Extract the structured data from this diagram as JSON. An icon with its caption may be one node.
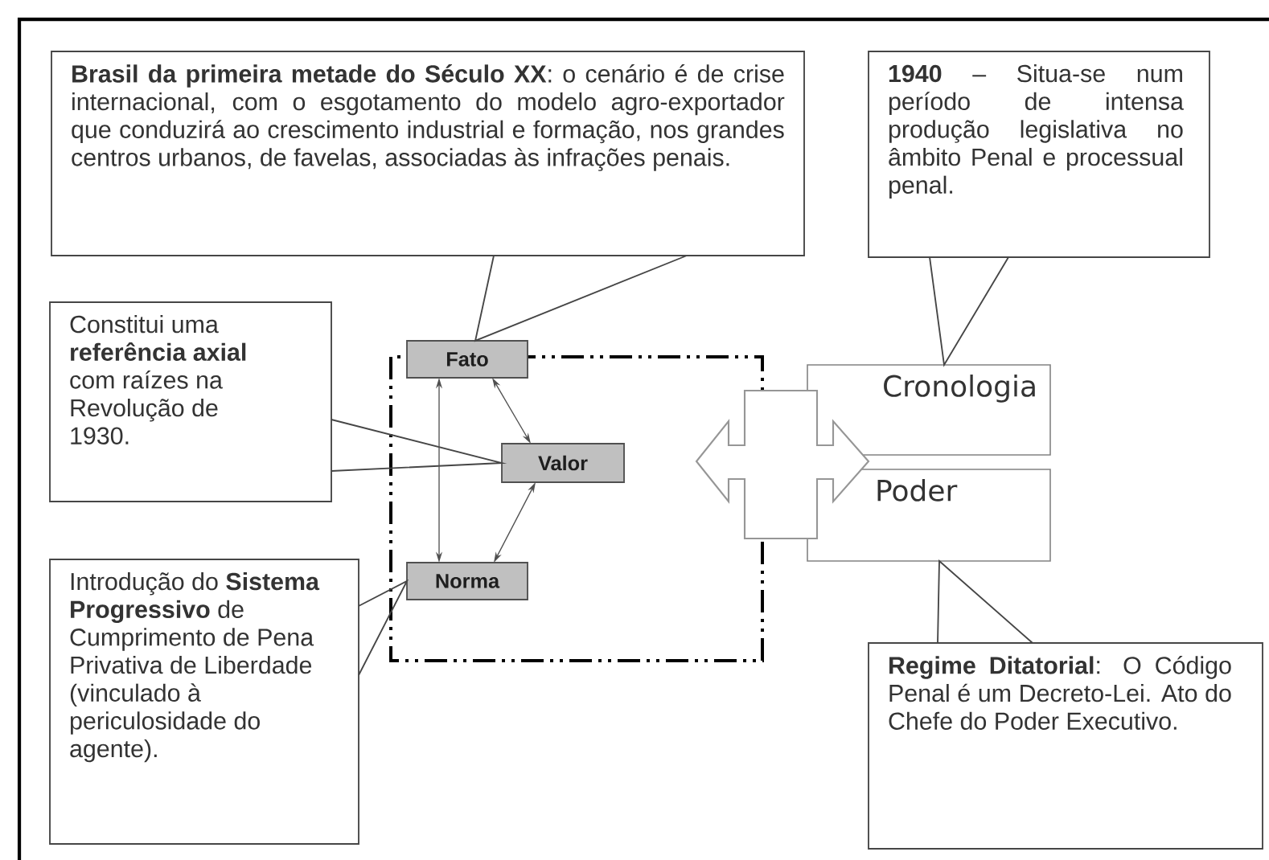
{
  "diagram": {
    "nodes": [
      {
        "text": [
          "**Brasil da primeira metade do Século XX**: o cenário é de crise internacional, com o esgotamento do modelo agro-exportador que conduzirá ao crescimento industrial e formação, nos grandes centros urbanos, de favelas, associadas às infrações penais."
        ]
      },
      {
        "text": [
          "**1940** – Situa-se num período de intensa produção legislativa no âmbito Penal e processual penal."
        ]
      },
      {
        "text": [
          "Constitui uma **referência axial** com raízes na Revolução de 1930."
        ]
      },
      {
        "text": [
          "Fato"
        ]
      },
      {
        "text": [
          "Valor"
        ]
      },
      {
        "text": [
          "Cronologia"
        ]
      },
      {
        "text": [
          "Poder"
        ]
      },
      {
        "text": [
          "Norma"
        ]
      },
      {
        "text": [
          "Introdução do **Sistema Progressivo** de Cumprimento de Pena Privativa de Liberdade (vinculado à periculosidade do agente)."
        ]
      },
      {
        "text": [
          "**Regime Ditatorial**: O Código Penal é um Decreto-Lei. Ato do Chefe do Poder Executivo."
        ]
      }
    ],
    "edges": [
      {
        "from": 0,
        "to": 3,
        "arrow": "none"
      },
      {
        "from": 1,
        "to": 5,
        "arrow": "none"
      },
      {
        "from": 2,
        "to": 4,
        "arrow": "none"
      },
      {
        "from": 8,
        "to": 7,
        "arrow": "none"
      },
      {
        "from": 9,
        "to": 6,
        "arrow": "none"
      },
      {
        "from": 3,
        "to": 7,
        "arrow": "both"
      },
      {
        "from": 3,
        "to": 4,
        "arrow": "both"
      },
      {
        "from": 4,
        "to": 7,
        "arrow": "both"
      }
    ]
  }
}
